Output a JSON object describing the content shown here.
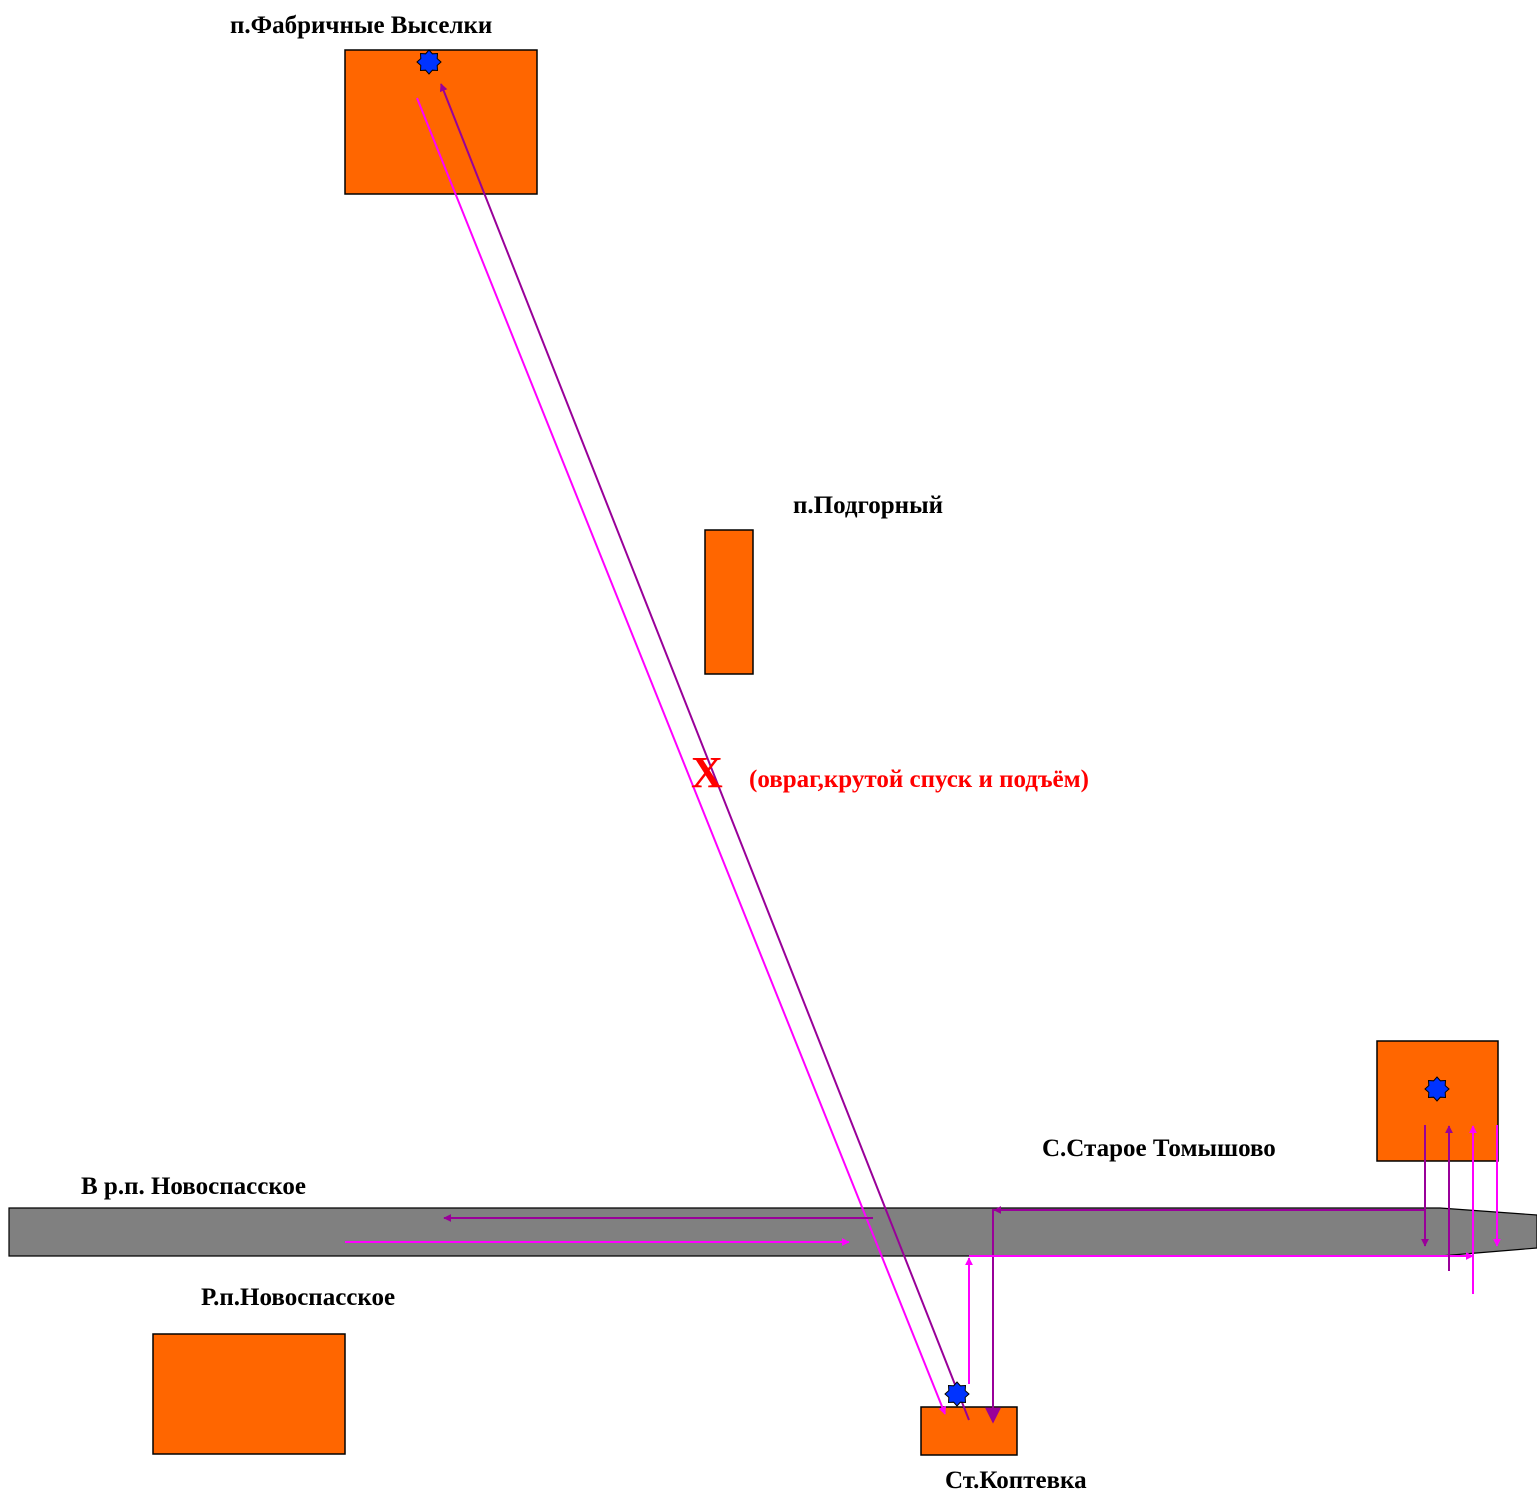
{
  "labels": {
    "fabrichnye_vyselki": "п.Фабричные Выселки",
    "podgorny": "п.Подгорный",
    "staroe_tomyshovo": "С.Старое Томышово",
    "to_novospasskoe": "В р.п. Новоспасское",
    "novospasskoe": "Р.п.Новоспасское",
    "koptevka": "Ст.Коптевка"
  },
  "warning": {
    "mark": "X",
    "text": "(овраг,крутой спуск и подъём)"
  },
  "colors": {
    "settlement_fill": "#ff6600",
    "road_fill": "#808080",
    "route_forward": "#ff00ff",
    "route_backward": "#990099",
    "stop_marker": "#0033ff",
    "warning_text": "#ff0000"
  },
  "icons": {
    "stop": "bus-stop-star-icon",
    "arrow": "arrow-head-icon"
  }
}
